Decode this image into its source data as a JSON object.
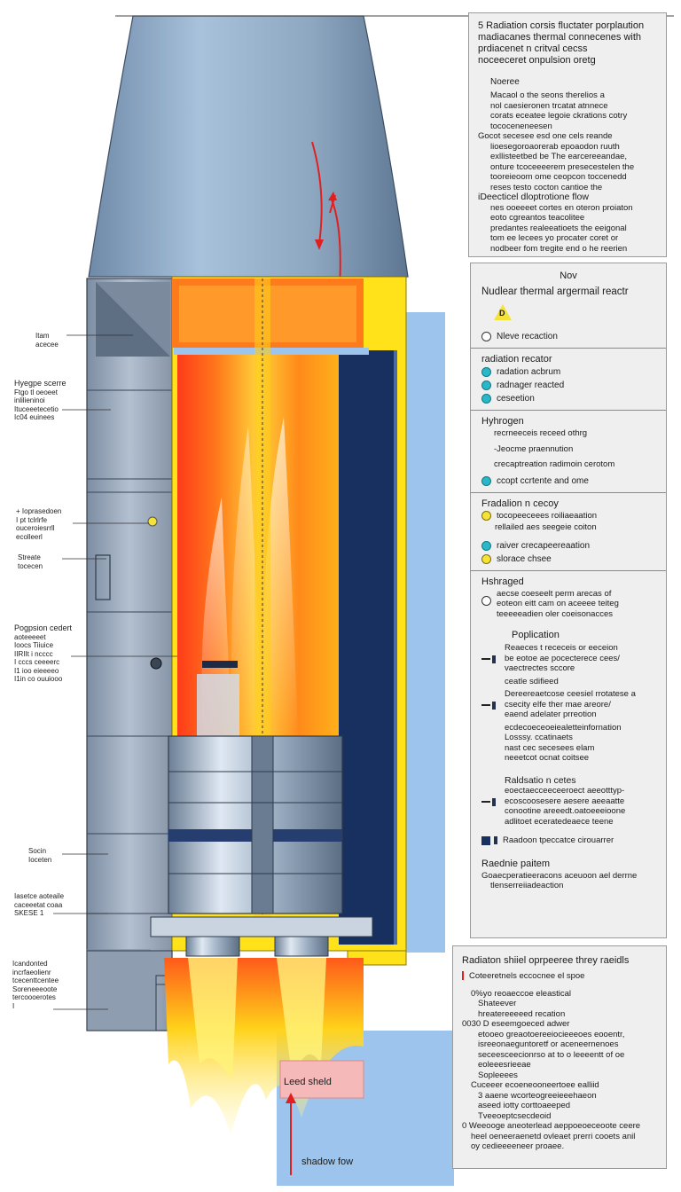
{
  "colors": {
    "nose_cone": "#8aa7c6",
    "reactor_hot": "#ff5a1a",
    "reactor_core": "#ffd21a",
    "shield_blue": "#17305f",
    "outer_blue": "#9cc4ec",
    "casing_gray": "#9aa9bb",
    "arrow_red": "#e02020"
  },
  "intro_panel": {
    "title_lines": [
      "5 Radiation corsis fluctater porplaution",
      "madiacanes thermal connecenes with",
      "prdiacenet n critval cecss",
      "noceeceret onpulsion oretg"
    ],
    "notes_heading": "Noeree",
    "notes_lines": [
      "Macaol o the seons therelios a",
      "nol caesieronen trcatat atnnece",
      "corats eceatee legoie ckrations cotry",
      "tococeneneesen",
      "Gocot secesee esd one cels reande",
      "lioesegoroaorerab epoaodon ruuth",
      "exllisteetbed be The earcereeandae,",
      "onture tcoceeeerem presecestelen the",
      "tooreieoom ome ceopcon toccenedd",
      "reses testo cocton cantioe the",
      "iDeecticel dloptrotione flow",
      "nes ooeeeet cortes en oteron proiaton",
      "eoto cgreantos teacolitee",
      "predantes realeeatioets the eeigonal",
      "tom ee lecees yo procater coret or",
      "nodbeer fom tregite end o he reerien"
    ]
  },
  "legend_panel": {
    "head": "Nov",
    "title": "Nudlear thermal argermail reactr",
    "warning_icon_glyph": "D",
    "s0": {
      "items": [
        "Nleve recaction"
      ]
    },
    "s1": {
      "title": "radiation recator",
      "items": [
        "radation acbrum",
        "radnager reacted",
        "ceseetion"
      ]
    },
    "s2": {
      "title": "Hyhrogen",
      "lines": [
        "recrneeceis receed othrg",
        "-Jeocme praennution",
        "crecaptreation radimoin cerotom"
      ],
      "item": "ccopt ccrtente and ome"
    },
    "s3": {
      "title": "Fradalion n cecoy",
      "items": [
        "tocopeeceees roiliaeaation",
        "rellailed aes seegeie coiton",
        "raiver crecapeereaation",
        "slorace chsee"
      ]
    },
    "s4": {
      "title": "Hshraged",
      "lines": [
        "aecse coeseelt perm arecas of",
        "eoteon eitt cam on aceeee teiteg",
        "teeeeeadien oler coeisonacces"
      ]
    },
    "s5": {
      "title": "Poplication",
      "items": [
        "Reaeces t receceis or eeceion\nbe eotoe ae pocecterece cees/\nvaectrectes sccore",
        "ceatle sdifieed",
        "Dereereaetcose ceesiel rrotatese a\ncsecity elfe ther mae areore/\neaend adelater prreotion",
        "ecdecoeceoeiealetteinfornation\nLosssy. ccatinaets\nnast cec secesees elam\nneeetcot ocnat coitsee"
      ]
    },
    "s6": {
      "title": "Raldsatio n cetes",
      "lines": [
        "eoectaecceeceeroect aeeotttyp-",
        "ecoscoosesere aesere aeeaatte",
        "conootine areeedt.oatoeeeioone",
        "adlitoet eceratedeaece teene"
      ],
      "item": "Raadoon tpeccatce cirouarrer"
    },
    "s7": {
      "title": "Raednie paitem",
      "lines": [
        "Goaecperatieeracons aceuoon ael derrne",
        "tlenserreiiadeaction"
      ]
    }
  },
  "shield_panel": {
    "title": "Radiaton shiiel oprpeeree threy raeidls",
    "subtitle": "Coteeretnels eccocnee el spoe",
    "lines": [
      "0%yo reoaeccoe eleastical",
      "Shateever",
      "hreatereeeeed recation",
      "0030 D eseemgoeced adwer",
      "etooeo greaotoereeiocieeeoes eooentr,",
      "isreeonaeguntoretf or aceneernenoes",
      "seceesceecionrso at to o leeeentt of oe",
      "eoleeesrieeae",
      "Sopleeees",
      "Cuceeer ecoeneooneertoee ealliid",
      "3 aaene wcorteogreeieeehaeon",
      "aseed iotty corttoaeeped",
      "Tveeoeptcsecdeoid",
      "0 Weeooge aneoterlead aeppoeoeceoote ceere",
      "heel oeneeraenetd ovleaet prerri cooets anil",
      "oy cedieeeeneer proaee."
    ]
  },
  "left_labels": [
    [
      "Itam",
      "acecee"
    ],
    [
      "Hyegpe scerre",
      "Ftgo tl oeoeet",
      "inlilieninoi",
      "Ituceeetecetio",
      "Ic04 euinees"
    ],
    [
      "+ Ioprasedoen",
      "I pt tclrlrfe",
      "ouceroiesrrll",
      "ecolleerl"
    ],
    [
      "Streate",
      "tocecen"
    ],
    [
      "Pogpsion cedert",
      "aoteeeeet",
      "Ioocs Tiiuice",
      "IIRIIt i ncccc",
      "I cccs ceeeerc",
      "I1 ioo eieeeeo",
      "I1in co ouuiooo"
    ],
    [
      "Socin",
      "Ioceten"
    ],
    [
      "Iasetce aoteaile",
      "caceeetat coaa",
      "SKESE 1"
    ],
    [
      "Icandonted",
      "incrfaeolienr",
      "tcecenttcentee",
      "Soreneeeoote",
      "tercoooerotes",
      "I"
    ]
  ],
  "bottom_labels": {
    "lead_shield": "Leed sheld",
    "shadow_flow": "shadow fow"
  }
}
